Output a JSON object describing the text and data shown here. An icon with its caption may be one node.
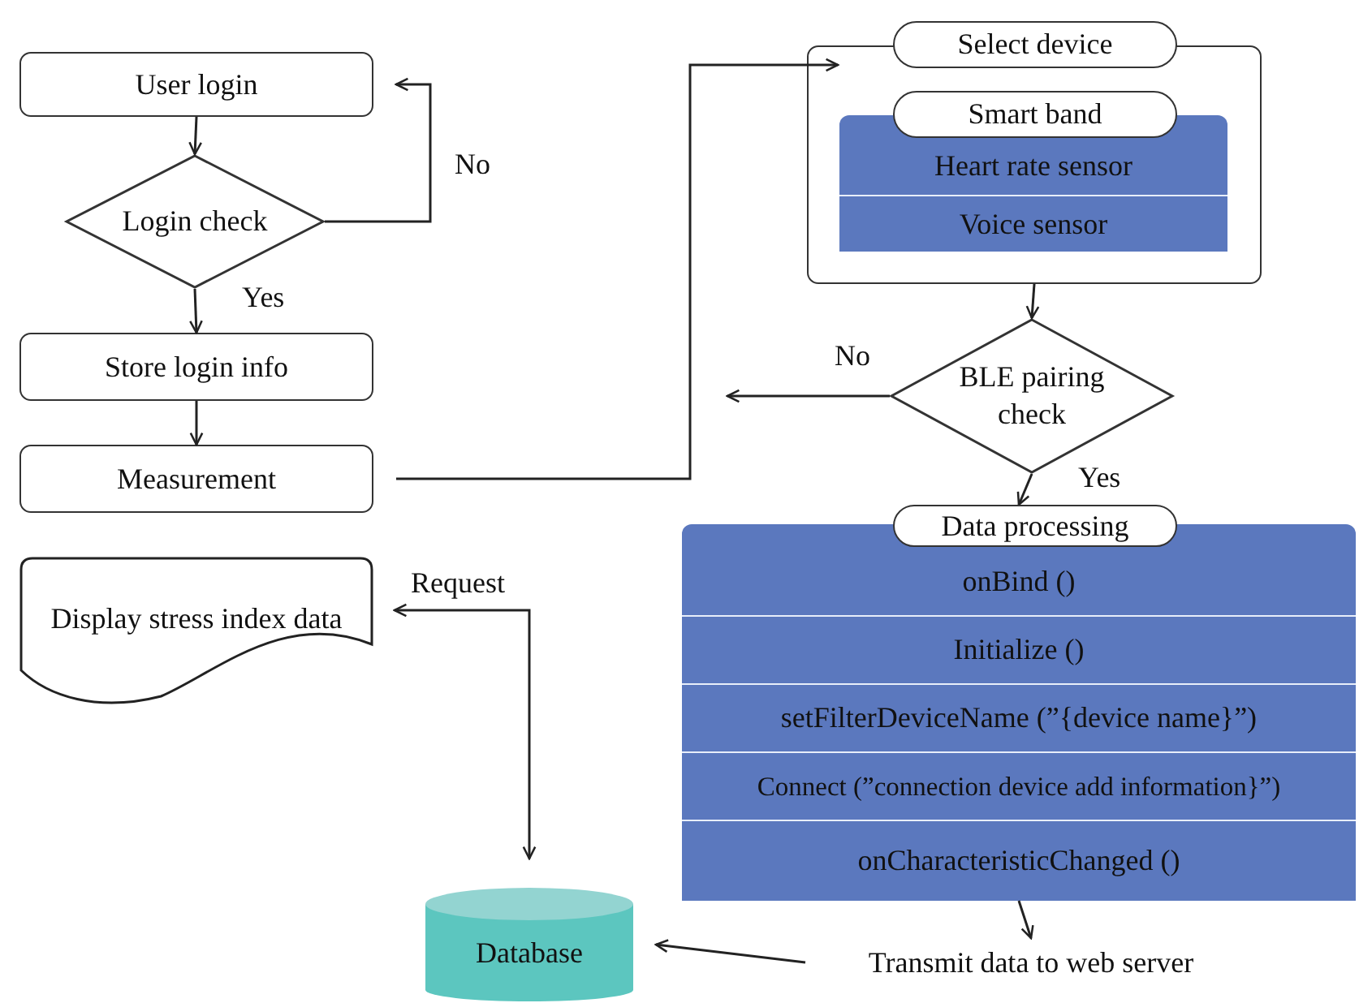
{
  "diagram": {
    "nodes": [
      {
        "text": [
          "User login"
        ]
      },
      {
        "text": [
          "Login check"
        ]
      },
      {
        "text": [
          "Store login info"
        ]
      },
      {
        "text": [
          "Measurement"
        ]
      },
      {
        "text": [
          "Select device"
        ]
      },
      {
        "text": [
          "Smart band"
        ],
        "in": 4
      },
      {
        "text": [
          "Heart rate sensor"
        ],
        "in": 5
      },
      {
        "text": [
          "Voice sensor"
        ],
        "in": 5
      },
      {
        "text": [
          "BLE pairing check"
        ]
      },
      {
        "text": [
          "Data processing"
        ]
      },
      {
        "text": [
          "onBind ()"
        ],
        "in": 9
      },
      {
        "text": [
          "Initialize ()"
        ],
        "in": 9
      },
      {
        "text": [
          "setFilterDeviceName (”{device name}”)"
        ],
        "in": 9
      },
      {
        "text": [
          "Connect (”connection device add information}”)"
        ],
        "in": 9
      },
      {
        "text": [
          "onCharacteristicChanged ()"
        ],
        "in": 9
      },
      {
        "text": [
          "Display stress index data"
        ]
      },
      {
        "text": [
          "Database"
        ]
      },
      {
        "text": [
          "Transmit data to web server"
        ]
      }
    ],
    "edges": [
      {
        "from": 0,
        "to": 1,
        "arrow": "to"
      },
      {
        "from": 1,
        "to": 2,
        "arrow": "to",
        "label": "Yes"
      },
      {
        "from": 1,
        "to": 0,
        "arrow": "to",
        "label": "No"
      },
      {
        "from": 2,
        "to": 3,
        "arrow": "to"
      },
      {
        "from": 3,
        "to": 4,
        "arrow": "to"
      },
      {
        "from": 4,
        "to": 8,
        "arrow": "to"
      },
      {
        "from": 8,
        "to": null,
        "arrow": "to",
        "label": "No"
      },
      {
        "from": 8,
        "to": 9,
        "arrow": "to",
        "label": "Yes"
      },
      {
        "from": 9,
        "to": 17,
        "arrow": "to"
      },
      {
        "from": 17,
        "to": 16,
        "arrow": "to"
      },
      {
        "from": 15,
        "to": 16,
        "arrow": "both",
        "label": "Request"
      }
    ]
  }
}
